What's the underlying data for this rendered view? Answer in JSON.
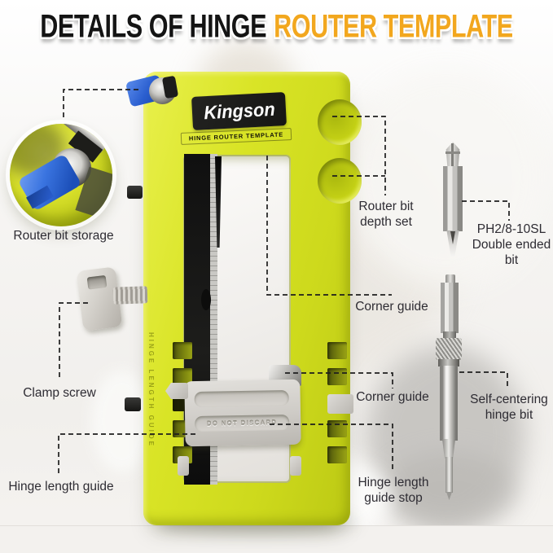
{
  "title": {
    "prefix": "DETAILS OF HINGE",
    "highlight": "ROUTER TEMPLATE"
  },
  "product": {
    "brand": "Kingson",
    "plate_text": "HINGE ROUTER TEMPLATE",
    "embossed_text": "DO NOT DISCARD",
    "side_embossed_text": "HINGE LENGTH GUIDE"
  },
  "callouts": {
    "router_bit_storage": "Router bit storage",
    "clamp_screw": "Clamp screw",
    "hinge_length_guide": "Hinge length guide",
    "router_bit_depth_set": "Router bit depth set",
    "corner_guide_top": "Corner guide",
    "corner_guide_bottom": "Corner guide",
    "hinge_length_guide_stop": "Hinge length guide stop",
    "double_ended_bit": "PH2/8-10SL Double ended bit",
    "self_centering_hinge_bit": "Self-centering hinge bit"
  },
  "colors": {
    "accent_orange": "#F2A71E",
    "title_black": "#141414",
    "tool_yellow": "#D9E426",
    "label_text": "#2E2C33",
    "router_bit_blue": "#2A5ECF"
  }
}
